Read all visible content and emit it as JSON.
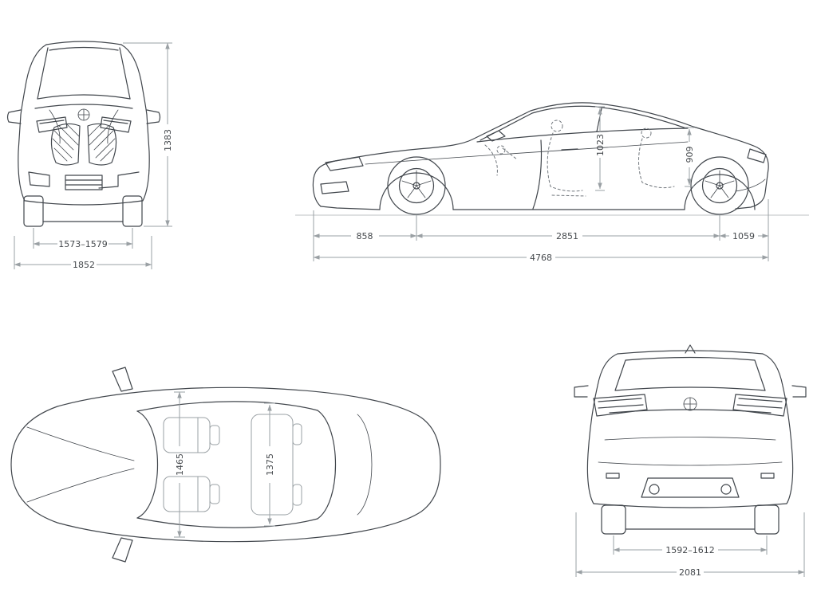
{
  "colors": {
    "background": "#ffffff",
    "car_line": "#41464c",
    "dimension_line": "#9aa0a4",
    "label_text": "#45494d"
  },
  "views": {
    "front": {
      "dims": {
        "height": "1383",
        "track_front": "1573–1579",
        "width_body": "1852"
      }
    },
    "side": {
      "dims": {
        "interior_height_front": "1023",
        "interior_height_rear": "909",
        "overhang_front": "858",
        "wheelbase": "2851",
        "overhang_rear": "1059",
        "length": "4768"
      }
    },
    "top": {
      "dims": {
        "interior_width_front": "1465",
        "interior_width_rear": "1375"
      }
    },
    "rear": {
      "dims": {
        "track_rear": "1592–1612",
        "width_overall": "2081"
      }
    }
  }
}
